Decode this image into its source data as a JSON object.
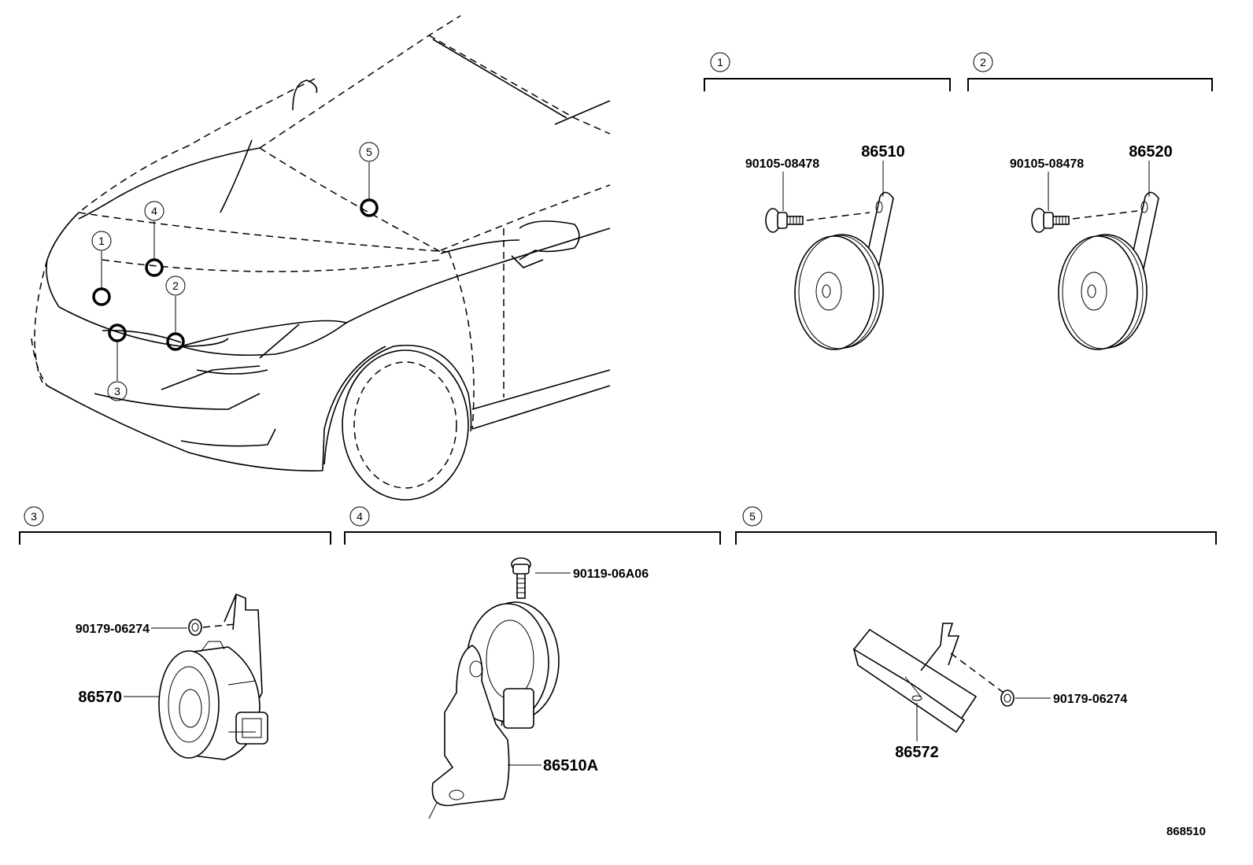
{
  "diagram_id": "868510",
  "callouts": {
    "c1": "1",
    "c2": "2",
    "c3": "3",
    "c4": "4",
    "c5": "5"
  },
  "parts": {
    "section1_bolt": "90105-08478",
    "section1_horn": "86510",
    "section2_bolt": "90105-08478",
    "section2_horn": "86520",
    "section3_nut": "90179-06274",
    "section3_horn": "86570",
    "section4_bolt": "90119-06A06",
    "section4_horn": "86510A",
    "section5_nut": "90179-06274",
    "section5_part": "86572"
  }
}
